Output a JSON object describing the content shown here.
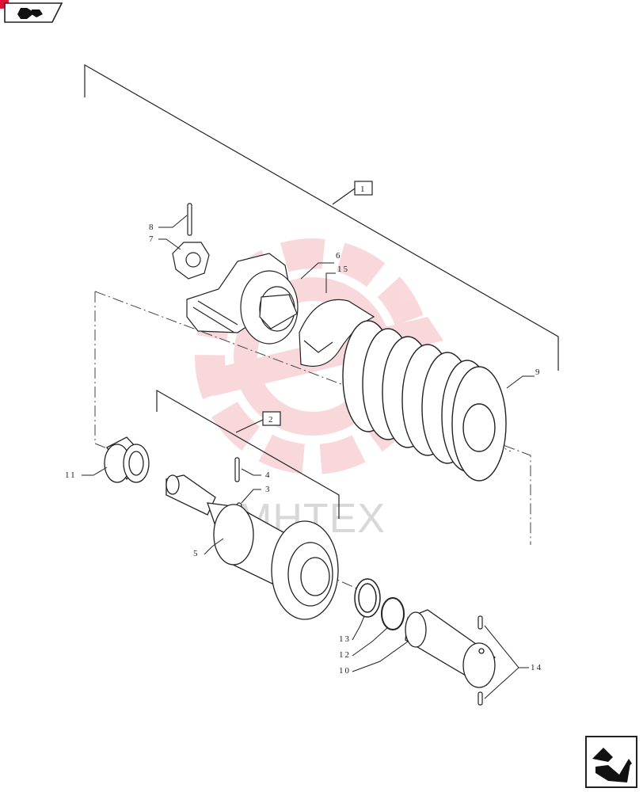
{
  "callouts": {
    "c1": "1",
    "c2": "2",
    "c3": "3",
    "c4": "4",
    "c5": "5",
    "c6": "6",
    "c7": "7",
    "c8": "8",
    "c9": "9",
    "c10": "10",
    "c11": "11",
    "c12": "12",
    "c13": "13",
    "c14": "14",
    "c15": "15"
  },
  "watermark": {
    "text": "MHTEX"
  },
  "icons": {
    "top_nav": "previous-page-icon",
    "bottom_nav": "next-page-icon"
  },
  "colors": {
    "line": "#222222",
    "watermark_red": "#f4b9bf",
    "badge_red": "#e0103a"
  }
}
